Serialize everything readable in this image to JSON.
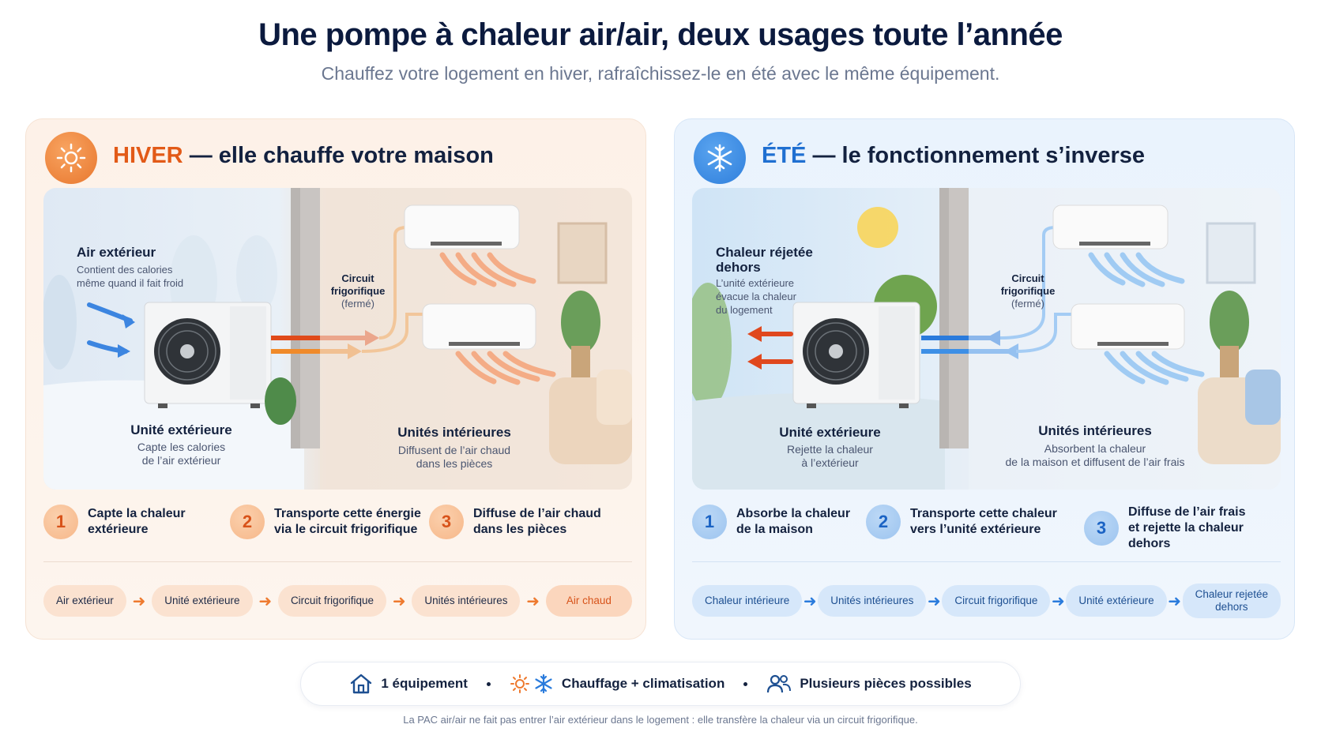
{
  "header": {
    "title": "Une pompe à chaleur air/air, deux usages toute l’année",
    "subtitle": "Chauffez votre logement en hiver, rafraîchissez-le en été avec le même équipement."
  },
  "winter": {
    "key": "HIVER",
    "rest": " — elle chauffe votre maison",
    "icon": "sun-icon",
    "accent": "#e25a17",
    "scene": {
      "outside_title": "Air extérieur",
      "outside_desc_1": "Contient des calories",
      "outside_desc_2": "même quand il fait froid",
      "circuit_1": "Circuit",
      "circuit_2": "frigorifique",
      "circuit_3": "(fermé)",
      "outdoor_unit_title": "Unité extérieure",
      "outdoor_unit_desc_1": "Capte les calories",
      "outdoor_unit_desc_2": "de l’air extérieur",
      "indoor_units_title": "Unités intérieures",
      "indoor_units_desc_1": "Diffusent de l’air chaud",
      "indoor_units_desc_2": "dans les pièces"
    },
    "steps": [
      {
        "num": "1",
        "text": "Capte la chaleur\nextérieure"
      },
      {
        "num": "2",
        "text": "Transporte cette énergie\nvia le circuit frigorifique"
      },
      {
        "num": "3",
        "text": "Diffuse de l’air chaud\ndans les pièces"
      }
    ],
    "flow": [
      "Air extérieur",
      "Unité extérieure",
      "Circuit frigorifique",
      "Unités intérieures",
      "Air chaud"
    ]
  },
  "summer": {
    "key": "ÉTÉ",
    "rest": " — le fonctionnement s’inverse",
    "icon": "snowflake-icon",
    "accent": "#1f6fd1",
    "scene": {
      "outside_title_1": "Chaleur réjetée",
      "outside_title_2": "dehors",
      "outside_desc_1": "L’unité extérieure",
      "outside_desc_2": "évacue la chaleur",
      "outside_desc_3": "du logement",
      "circuit_1": "Circuit",
      "circuit_2": "frigorifique",
      "circuit_3": "(fermé)",
      "outdoor_unit_title": "Unité extérieure",
      "outdoor_unit_desc_1": "Rejette la chaleur",
      "outdoor_unit_desc_2": "à l’extérieur",
      "indoor_units_title": "Unités intérieures",
      "indoor_units_desc_1": "Absorbent la chaleur",
      "indoor_units_desc_2": "de la maison et diffusent de l’air frais"
    },
    "steps": [
      {
        "num": "1",
        "text": "Absorbe la chaleur\nde la maison"
      },
      {
        "num": "2",
        "text": "Transporte cette chaleur\nvers l’unité extérieure"
      },
      {
        "num": "3",
        "text": "Diffuse de l’air frais\net rejette la chaleur dehors"
      }
    ],
    "flow": [
      "Chaleur intérieure",
      "Unités intérieures",
      "Circuit frigorifique",
      "Unité extérieure",
      "Chaleur rejetée\ndehors"
    ]
  },
  "bottom_bar": {
    "item1": "1 équipement",
    "item2": "Chauffage + climatisation",
    "item3": "Plusieurs pièces possibles",
    "icons": [
      "house-icon",
      "sun-icon",
      "snowflake-icon",
      "people-icon"
    ]
  },
  "footnote": "La PAC air/air ne fait pas entrer l’air extérieur dans le logement : elle transfère la chaleur via un circuit frigorifique."
}
